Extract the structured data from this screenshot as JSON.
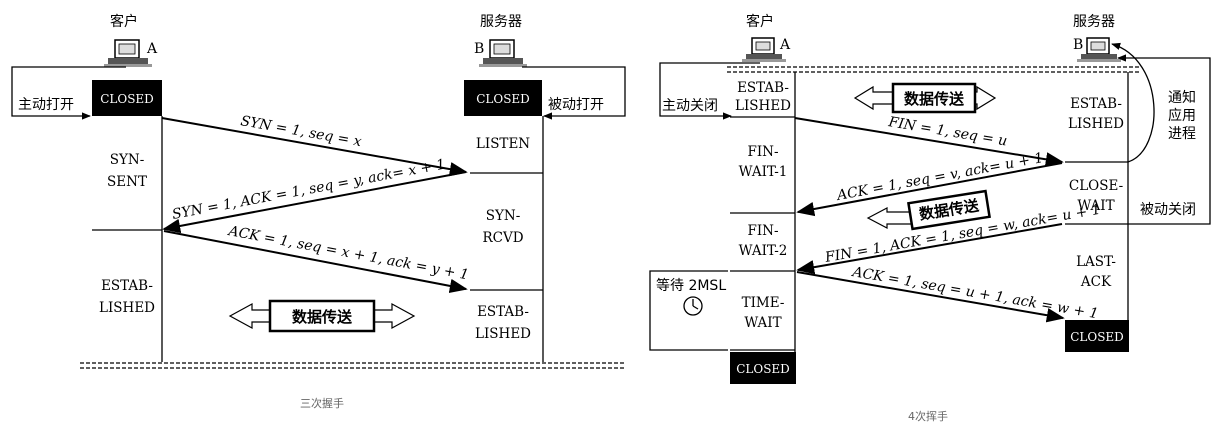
{
  "left": {
    "client_title": "客户",
    "server_title": "服务器",
    "client_id": "A",
    "server_id": "B",
    "client_closed": "CLOSED",
    "server_closed": "CLOSED",
    "active_open": "主动打开",
    "passive_open": "被动打开",
    "listen": "LISTEN",
    "syn_sent_1": "SYN-",
    "syn_sent_2": "SENT",
    "syn_rcvd_1": "SYN-",
    "syn_rcvd_2": "RCVD",
    "client_estab_1": "ESTAB-",
    "client_estab_2": "LISHED",
    "server_estab_1": "ESTAB-",
    "server_estab_2": "LISHED",
    "msg1": "SYN = 1, seq = x",
    "msg2": "SYN = 1, ACK = 1, seq = y, ack= x + 1",
    "msg3": "ACK = 1, seq = x + 1, ack = y + 1",
    "data_transfer": "数据传送",
    "caption": "三次握手"
  },
  "right": {
    "client_title": "客户",
    "server_title": "服务器",
    "client_id": "A",
    "server_id": "B",
    "client_estab_1": "ESTAB-",
    "client_estab_2": "LISHED",
    "server_estab_1": "ESTAB-",
    "server_estab_2": "LISHED",
    "active_close": "主动关闭",
    "passive_close": "被动关闭",
    "notify_1": "通知",
    "notify_2": "应用",
    "notify_3": "进程",
    "data_transfer_top": "数据传送",
    "data_transfer_mid": "数据传送",
    "fin_wait1_1": "FIN-",
    "fin_wait1_2": "WAIT-1",
    "fin_wait2_1": "FIN-",
    "fin_wait2_2": "WAIT-2",
    "close_wait_1": "CLOSE-",
    "close_wait_2": "WAIT",
    "last_ack_1": "LAST-",
    "last_ack_2": "ACK",
    "time_wait_1": "TIME-",
    "time_wait_2": "WAIT",
    "wait_2msl": "等待 2MSL",
    "msg1": "FIN = 1, seq = u",
    "msg2": "ACK = 1, seq = v, ack= u + 1",
    "msg3": "FIN = 1, ACK = 1, seq = w, ack= u + 1",
    "msg4": "ACK = 1, seq = u + 1, ack = w + 1",
    "client_closed": "CLOSED",
    "server_closed": "CLOSED",
    "caption": "4次挥手"
  },
  "icons": [
    "computer-icon",
    "clock-icon",
    "double-arrow-icon"
  ]
}
